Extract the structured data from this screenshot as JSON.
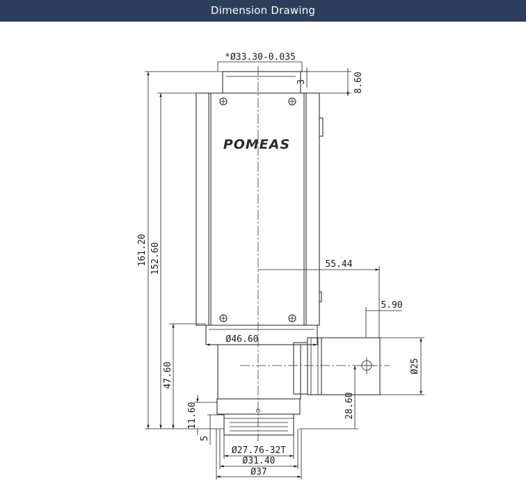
{
  "header": {
    "title": "Dimension Drawing"
  },
  "logo": {
    "text": "POMEAS"
  },
  "dimensions": {
    "top_diameter": "*Ø33.30-0.035",
    "top_step": "3",
    "top_offset": "8.60",
    "total_height": "161.20",
    "body_height": "152.60",
    "side_offset": "55.44",
    "side_port_offset": "5.90",
    "flange_diameter": "Ø46.60",
    "lower_height": "47.60",
    "side_diameter": "Ø25",
    "thread_height": "11.60",
    "bottom_step": "5",
    "side_center_height": "28.60",
    "thread_spec": "Ø27.76-32T",
    "thread_outer": "Ø31.40",
    "bottom_diameter": "Ø37"
  }
}
